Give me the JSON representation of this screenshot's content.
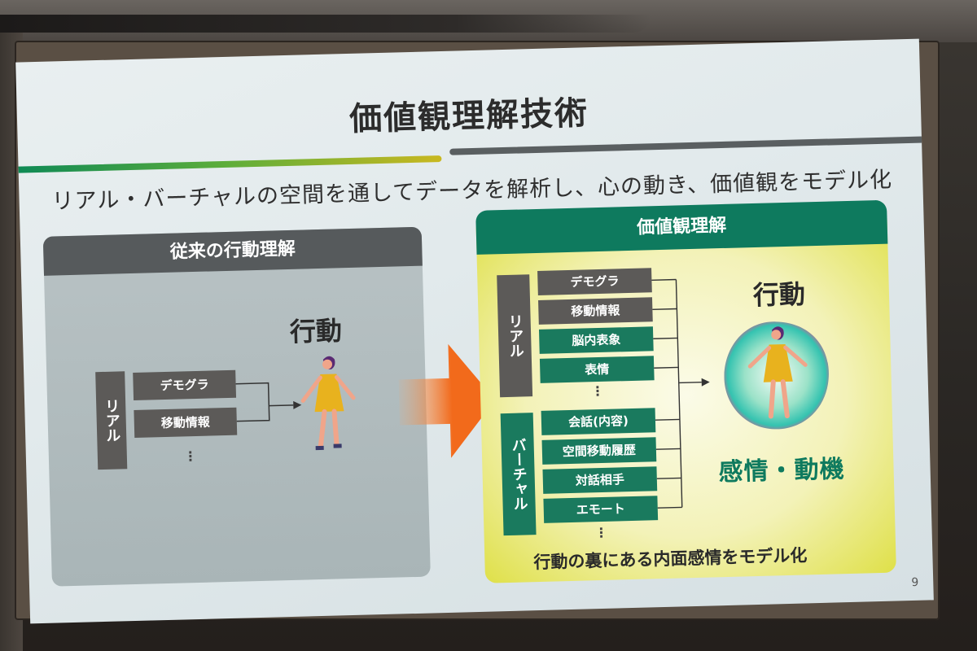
{
  "slide": {
    "title": "価値観理解技術",
    "subtitle": "リアル・バーチャルの空間を通してデータを解析し、心の動き、価値観をモデル化",
    "page_number": "9",
    "colors": {
      "green": "#0e7a5e",
      "gray": "#5c5a58",
      "arrow": "#f26a1b",
      "yellow": "#dfe048"
    }
  },
  "left_panel": {
    "header": "従来の行動理解",
    "category": "リアル",
    "items": [
      "デモグラ",
      "移動情報"
    ],
    "ellipsis": "⋮",
    "behavior_label": "行動"
  },
  "right_panel": {
    "header": "価値観理解",
    "real_category": "リアル",
    "real_items": [
      "デモグラ",
      "移動情報",
      "脳内表象",
      "表情"
    ],
    "virtual_category": "バーチャル",
    "virtual_items": [
      "会話(内容)",
      "空間移動履歴",
      "対話相手",
      "エモート"
    ],
    "ellipsis": "⋮",
    "behavior_label": "行動",
    "emotion_label": "感情・動機",
    "footer": "行動の裏にある内面感情をモデル化"
  }
}
